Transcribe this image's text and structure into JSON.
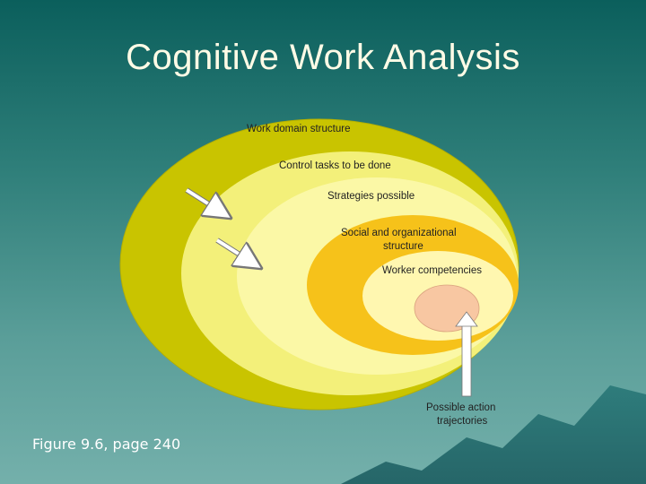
{
  "slide": {
    "title": "Cognitive Work Analysis",
    "caption": "Figure 9.6, page 240"
  },
  "diagram": {
    "layers": [
      {
        "label": "Work domain structure",
        "color": "#c9c400"
      },
      {
        "label": "Control tasks to be done",
        "color": "#f3f07a"
      },
      {
        "label": "Strategies possible",
        "color": "#fbf8a6"
      },
      {
        "label_lines": [
          "Social and organizational",
          "structure"
        ],
        "color": "#f6c21a"
      },
      {
        "label": "Worker competencies",
        "color": "#fff7b0"
      },
      {
        "label": "",
        "color": "#f8c7a2"
      }
    ],
    "core_label_lines": [
      "Possible action",
      "trajectories"
    ]
  }
}
